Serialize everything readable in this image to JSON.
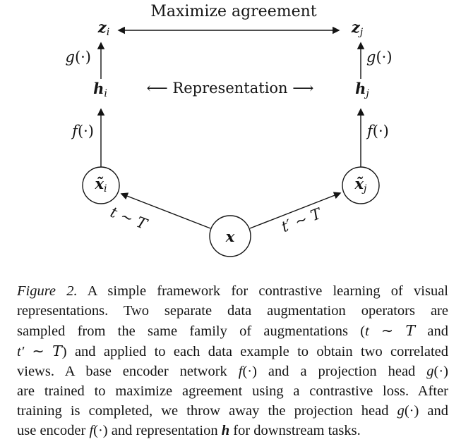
{
  "colors": {
    "ink": "#141414",
    "background": "#ffffff"
  },
  "diagram": {
    "maximize_agreement_label": "Maximize agreement",
    "representation_label": "⟵ Representation ⟶",
    "z_i": [
      {
        "t": "z",
        "s": "bi"
      },
      {
        "t": "i",
        "s": "sub"
      }
    ],
    "z_j": [
      {
        "t": "z",
        "s": "bi"
      },
      {
        "t": "j",
        "s": "sub"
      }
    ],
    "h_i": [
      {
        "t": "h",
        "s": "bi"
      },
      {
        "t": "i",
        "s": "sub"
      }
    ],
    "h_j": [
      {
        "t": "h",
        "s": "bi"
      },
      {
        "t": "j",
        "s": "sub"
      }
    ],
    "g_left": [
      {
        "t": "g",
        "s": "m"
      },
      {
        "t": "(·)",
        "s": "n"
      }
    ],
    "g_right": [
      {
        "t": "g",
        "s": "m"
      },
      {
        "t": "(·)",
        "s": "n"
      }
    ],
    "f_left": [
      {
        "t": "f",
        "s": "m"
      },
      {
        "t": "(·)",
        "s": "n"
      }
    ],
    "f_right": [
      {
        "t": "f",
        "s": "m"
      },
      {
        "t": "(·)",
        "s": "n"
      }
    ],
    "x_tilde_i": [
      {
        "t": "x̃",
        "s": "bi"
      },
      {
        "t": "i",
        "s": "sub"
      }
    ],
    "x_tilde_j": [
      {
        "t": "x̃",
        "s": "bi"
      },
      {
        "t": "j",
        "s": "sub"
      }
    ],
    "x_node": [
      {
        "t": "x",
        "s": "bi"
      }
    ],
    "t_sample": [
      {
        "t": "t",
        "s": "m"
      },
      {
        "t": " ∼ ",
        "s": "n"
      },
      {
        "t": "T",
        "s": "cal"
      }
    ],
    "t_prime_sample": [
      {
        "t": "t′",
        "s": "m"
      },
      {
        "t": " ∼ ",
        "s": "n"
      },
      {
        "t": "T",
        "s": "cal"
      }
    ]
  },
  "caption": {
    "lines": [
      [
        {
          "t": "Figure 2.",
          "s": "i"
        },
        {
          "t": " A simple framework for contrastive learning of visual",
          "s": "n"
        }
      ],
      [
        {
          "t": "representations.  Two separate data augmentation operators are",
          "s": "n"
        }
      ],
      [
        {
          "t": "sampled from the same family of augmentations (",
          "s": "n"
        },
        {
          "t": "t",
          "s": "m"
        },
        {
          "t": " ∼ ",
          "s": "n"
        },
        {
          "t": "T",
          "s": "cal"
        },
        {
          "t": " and",
          "s": "n"
        }
      ],
      [
        {
          "t": "t′",
          "s": "m"
        },
        {
          "t": " ∼ ",
          "s": "n"
        },
        {
          "t": "T",
          "s": "cal"
        },
        {
          "t": ") and applied to each data example to obtain two correlated",
          "s": "n"
        }
      ],
      [
        {
          "t": "views.  A base encoder network ",
          "s": "n"
        },
        {
          "t": "f",
          "s": "m"
        },
        {
          "t": "(·)",
          "s": "n"
        },
        {
          "t": " and a projection head ",
          "s": "n"
        },
        {
          "t": "g",
          "s": "m"
        },
        {
          "t": "(·)",
          "s": "n"
        }
      ],
      [
        {
          "t": "are trained to maximize agreement using a contrastive loss. After",
          "s": "n"
        }
      ],
      [
        {
          "t": "training is completed, we throw away the projection head ",
          "s": "n"
        },
        {
          "t": "g",
          "s": "m"
        },
        {
          "t": "(·)",
          "s": "n"
        },
        {
          "t": " and",
          "s": "n"
        }
      ],
      [
        {
          "t": "use encoder ",
          "s": "n"
        },
        {
          "t": "f",
          "s": "m"
        },
        {
          "t": "(·)",
          "s": "n"
        },
        {
          "t": " and representation ",
          "s": "n"
        },
        {
          "t": "h",
          "s": "bi"
        },
        {
          "t": " for downstream tasks.",
          "s": "n"
        }
      ]
    ]
  }
}
